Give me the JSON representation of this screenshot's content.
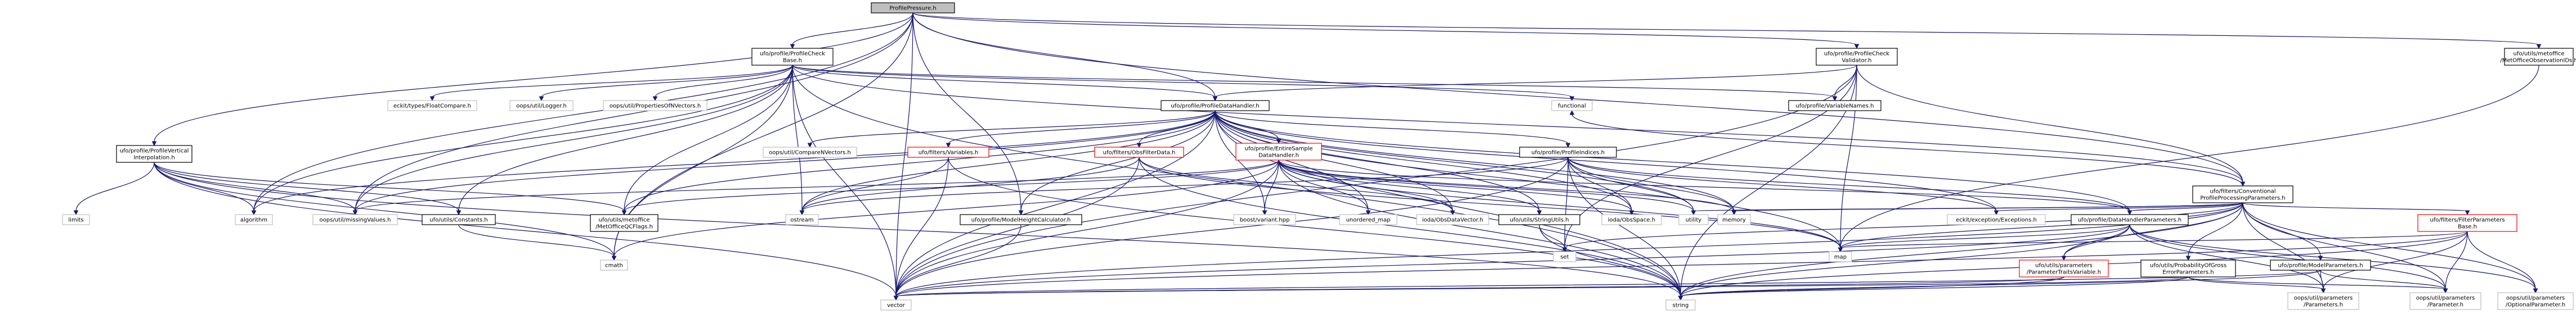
{
  "nodes": [
    {
      "id": "root",
      "lines": [
        "ProfilePressure.h"
      ],
      "style": "root"
    },
    {
      "id": "check_base",
      "lines": [
        "ufo/profile/ProfileCheck",
        "Base.h"
      ],
      "style": "black"
    },
    {
      "id": "check_validator",
      "lines": [
        "ufo/profile/ProfileCheck",
        "Validator.h"
      ],
      "style": "black"
    },
    {
      "id": "met_obs_ids",
      "lines": [
        "ufo/utils/metoffice",
        "/MetOfficeObservationIDs.h"
      ],
      "style": "black"
    },
    {
      "id": "vert_interp",
      "lines": [
        "ufo/profile/ProfileVertical",
        "Interpolation.h"
      ],
      "style": "black"
    },
    {
      "id": "float_compare",
      "lines": [
        "eckit/types/FloatCompare.h"
      ],
      "style": "std"
    },
    {
      "id": "oops_logger",
      "lines": [
        "oops/util/Logger.h"
      ],
      "style": "std"
    },
    {
      "id": "props_of_vectors",
      "lines": [
        "oops/util/PropertiesOfNVectors.h"
      ],
      "style": "std"
    },
    {
      "id": "data_handler",
      "lines": [
        "ufo/profile/ProfileDataHandler.h"
      ],
      "style": "black"
    },
    {
      "id": "functional",
      "lines": [
        "functional"
      ],
      "style": "std"
    },
    {
      "id": "variable_names",
      "lines": [
        "ufo/profile/VariableNames.h"
      ],
      "style": "black"
    },
    {
      "id": "conv_params",
      "lines": [
        "ufo/filters/Conventional",
        "ProfileProcessingParameters.h"
      ],
      "style": "black"
    },
    {
      "id": "limits",
      "lines": [
        "limits"
      ],
      "style": "std"
    },
    {
      "id": "algorithm",
      "lines": [
        "algorithm"
      ],
      "style": "std"
    },
    {
      "id": "missing_values",
      "lines": [
        "oops/util/missingValues.h"
      ],
      "style": "std"
    },
    {
      "id": "constants",
      "lines": [
        "ufo/utils/Constants.h"
      ],
      "style": "black"
    },
    {
      "id": "met_qc_flags",
      "lines": [
        "ufo/utils/metoffice",
        "/MetOfficeQCFlags.h"
      ],
      "style": "black"
    },
    {
      "id": "cmath",
      "lines": [
        "cmath"
      ],
      "style": "std"
    },
    {
      "id": "compare_n_vectors",
      "lines": [
        "oops/util/CompareNVectors.h"
      ],
      "style": "std"
    },
    {
      "id": "filters_variables",
      "lines": [
        "ufo/filters/Variables.h"
      ],
      "style": "red"
    },
    {
      "id": "obs_filter_data",
      "lines": [
        "ufo/filters/ObsFilterData.h"
      ],
      "style": "red"
    },
    {
      "id": "entire_sample",
      "lines": [
        "ufo/profile/EntireSample",
        "DataHandler.h"
      ],
      "style": "red"
    },
    {
      "id": "profile_indices",
      "lines": [
        "ufo/profile/ProfileIndices.h"
      ],
      "style": "black"
    },
    {
      "id": "model_height_calc",
      "lines": [
        "ufo/profile/ModelHeightCalculator.h"
      ],
      "style": "black"
    },
    {
      "id": "ostream",
      "lines": [
        "ostream"
      ],
      "style": "std"
    },
    {
      "id": "boost_variant",
      "lines": [
        "boost/variant.hpp"
      ],
      "style": "std"
    },
    {
      "id": "unordered_map",
      "lines": [
        "unordered_map"
      ],
      "style": "std"
    },
    {
      "id": "obs_data_vector",
      "lines": [
        "ioda/ObsDataVector.h"
      ],
      "style": "std"
    },
    {
      "id": "string_utils",
      "lines": [
        "ufo/utils/StringUtils.h"
      ],
      "style": "black"
    },
    {
      "id": "obs_space",
      "lines": [
        "ioda/ObsSpace.h"
      ],
      "style": "std"
    },
    {
      "id": "utility",
      "lines": [
        "utility"
      ],
      "style": "std"
    },
    {
      "id": "memory",
      "lines": [
        "memory"
      ],
      "style": "std"
    },
    {
      "id": "eckit_exceptions",
      "lines": [
        "eckit/exception/Exceptions.h"
      ],
      "style": "std"
    },
    {
      "id": "dh_params",
      "lines": [
        "ufo/profile/DataHandlerParameters.h"
      ],
      "style": "black"
    },
    {
      "id": "filter_params_base",
      "lines": [
        "ufo/filters/FilterParameters",
        "Base.h"
      ],
      "style": "red"
    },
    {
      "id": "vector",
      "lines": [
        "vector"
      ],
      "style": "std"
    },
    {
      "id": "string",
      "lines": [
        "string"
      ],
      "style": "std"
    },
    {
      "id": "set",
      "lines": [
        "set"
      ],
      "style": "std"
    },
    {
      "id": "map",
      "lines": [
        "map"
      ],
      "style": "std"
    },
    {
      "id": "param_traits_variable",
      "lines": [
        "ufo/utils/parameters",
        "/ParameterTraitsVariable.h"
      ],
      "style": "red"
    },
    {
      "id": "prob_gross_error",
      "lines": [
        "ufo/utils/ProbabilityOfGross",
        "ErrorParameters.h"
      ],
      "style": "black"
    },
    {
      "id": "model_params",
      "lines": [
        "ufo/profile/ModelParameters.h"
      ],
      "style": "black"
    },
    {
      "id": "oops_parameters",
      "lines": [
        "oops/util/parameters",
        "/Parameters.h"
      ],
      "style": "std"
    },
    {
      "id": "oops_parameter",
      "lines": [
        "oops/util/parameters",
        "/Parameter.h"
      ],
      "style": "std"
    },
    {
      "id": "oops_optional_parameter",
      "lines": [
        "oops/util/parameters",
        "/OptionalParameter.h"
      ],
      "style": "std"
    }
  ]
}
